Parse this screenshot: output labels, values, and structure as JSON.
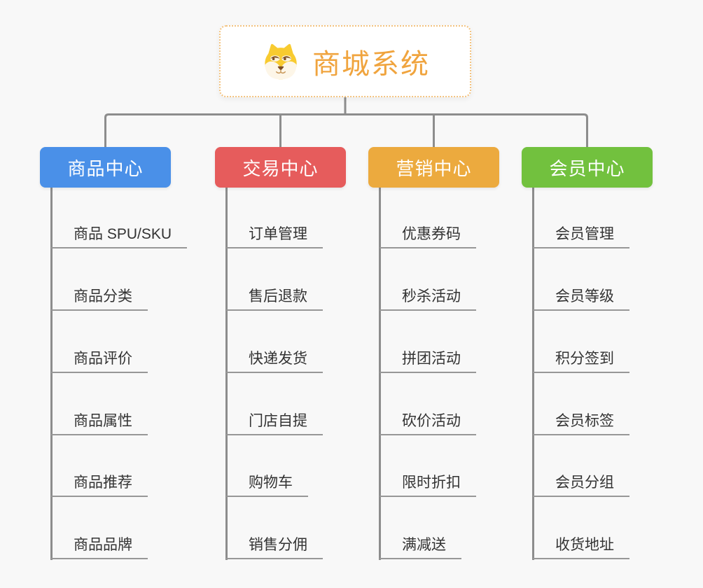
{
  "root": {
    "title": "商城系统",
    "icon": "shiba-dog-icon",
    "text_color": "#f0a43e",
    "border_color": "#f3c27e"
  },
  "palette": {
    "background": "#f8f8f8",
    "connector": "#8d8d8d",
    "leaf_text": "#333333",
    "leaf_underline": "#979797"
  },
  "branches": [
    {
      "label": "商品中心",
      "color": "#4a90e8",
      "items": [
        "商品 SPU/SKU",
        "商品分类",
        "商品评价",
        "商品属性",
        "商品推荐",
        "商品品牌"
      ]
    },
    {
      "label": "交易中心",
      "color": "#e65c5c",
      "items": [
        "订单管理",
        "售后退款",
        "快递发货",
        "门店自提",
        "购物车",
        "销售分佣"
      ]
    },
    {
      "label": "营销中心",
      "color": "#ecaa3e",
      "items": [
        "优惠券码",
        "秒杀活动",
        "拼团活动",
        "砍价活动",
        "限时折扣",
        "满减送"
      ]
    },
    {
      "label": "会员中心",
      "color": "#72c13e",
      "items": [
        "会员管理",
        "会员等级",
        "积分签到",
        "会员标签",
        "会员分组",
        "收货地址"
      ]
    }
  ]
}
